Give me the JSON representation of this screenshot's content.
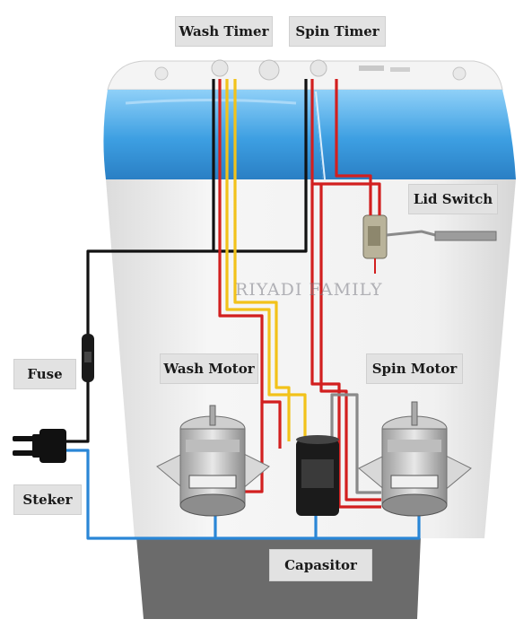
{
  "labels": {
    "wash_timer": "Wash Timer",
    "spin_timer": "Spin Timer",
    "lid_switch": "Lid Switch",
    "fuse": "Fuse",
    "wash_motor": "Wash Motor",
    "spin_motor": "Spin Motor",
    "steker": "Steker",
    "capasitor": "Capasitor"
  },
  "watermark": "RIYADI FAMILY",
  "colors": {
    "tub_lid": "#4aa8e8",
    "body": "#f1f1f1",
    "base": "#6b6b6b",
    "label_bg": "#e2e2e2",
    "wire_black": "#111111",
    "wire_red": "#d21f1f",
    "wire_yellow": "#f2c21a",
    "wire_blue": "#2a86d6",
    "wire_gray": "#8a8a8a",
    "capacitor": "#1b1b1b"
  }
}
